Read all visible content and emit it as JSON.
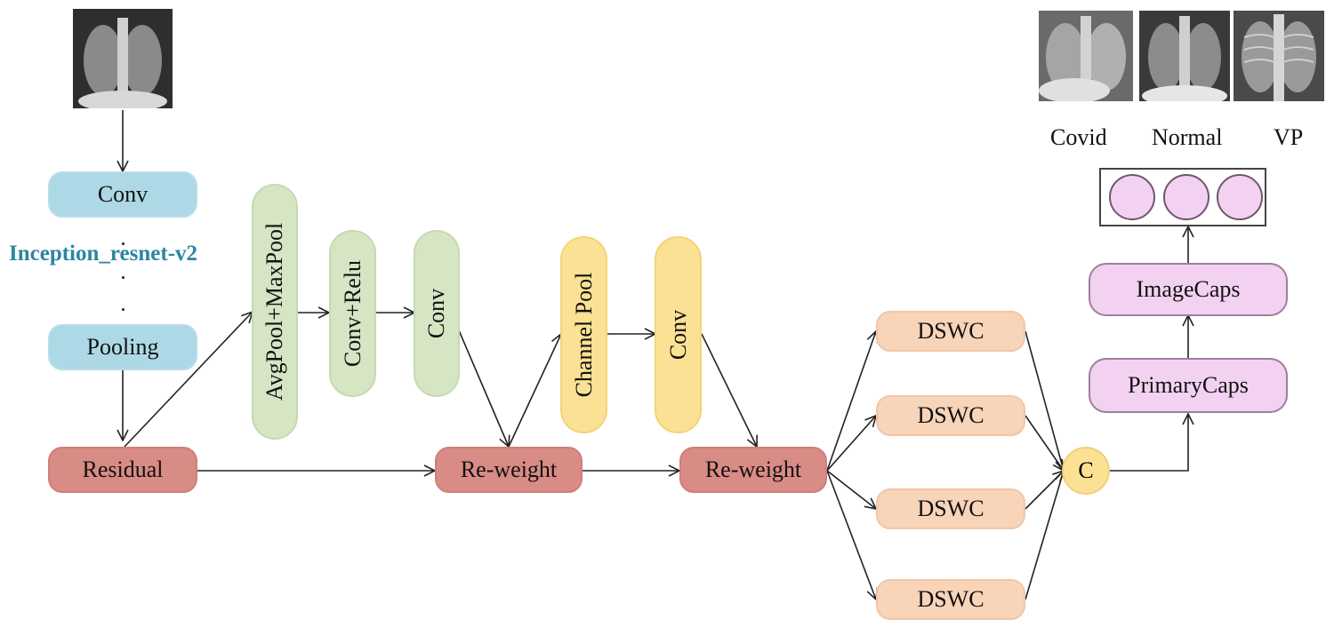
{
  "backbone": {
    "label": "Inception_resnet-v2",
    "conv": "Conv",
    "pooling": "Pooling"
  },
  "blocks": {
    "residual": "Residual",
    "avgmax": "AvgPool+MaxPool",
    "conv_relu": "Conv+Relu",
    "conv_green": "Conv",
    "reweight1": "Re-weight",
    "channel_pool": "Channel Pool",
    "conv_yellow": "Conv",
    "reweight2": "Re-weight"
  },
  "dswc": [
    "DSWC",
    "DSWC",
    "DSWC",
    "DSWC"
  ],
  "concat": "C",
  "caps": {
    "primary": "PrimaryCaps",
    "image": "ImageCaps"
  },
  "classes": [
    "Covid",
    "Normal",
    "VP"
  ],
  "colors": {
    "backbone": "#add8e6",
    "spatial": "#d6e5c4",
    "channel": "#fbe193",
    "residual": "#d98b86",
    "dswc": "#f8d4b9",
    "caps": "#f3d2f1",
    "label": "#2c86a0"
  }
}
